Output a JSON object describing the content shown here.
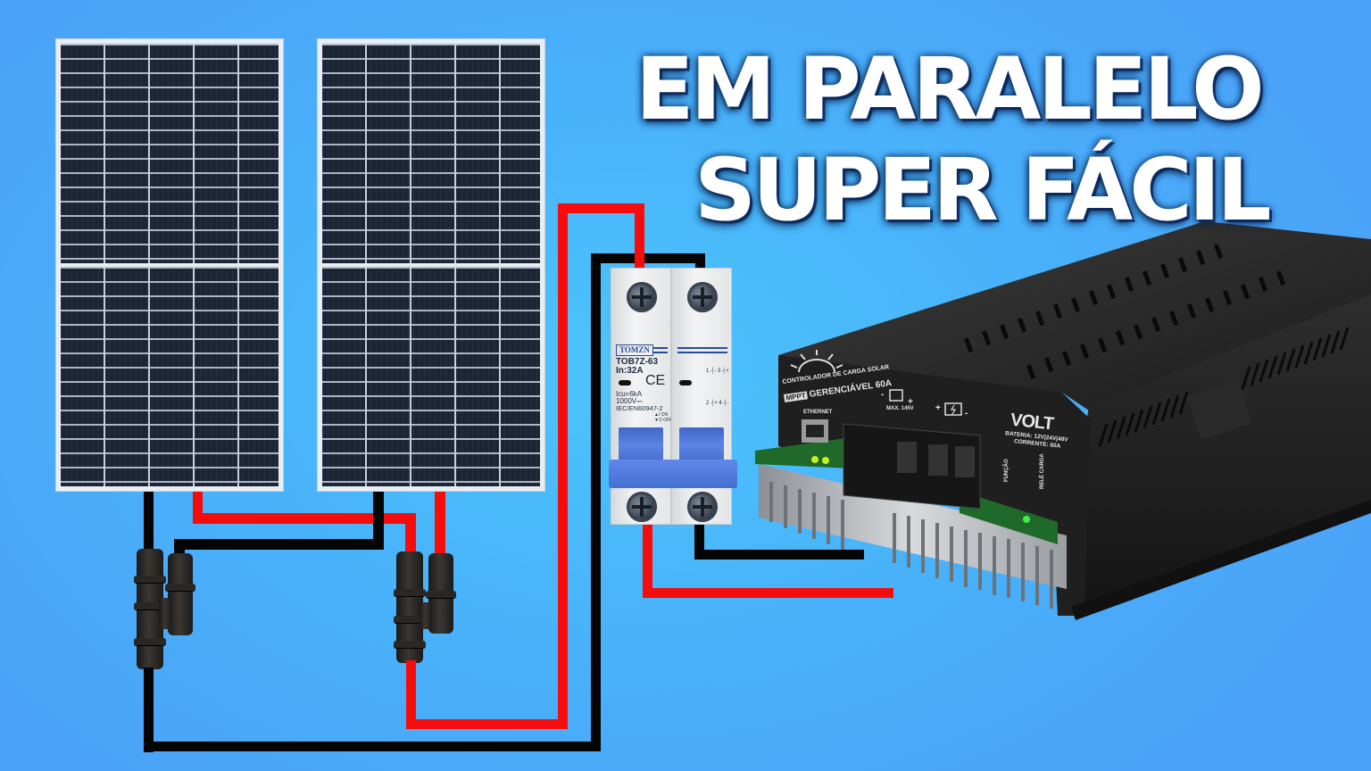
{
  "title": {
    "line1": "EM PARALELO",
    "line2": "SUPER FÁCIL",
    "color": "#ffffff"
  },
  "background": {
    "center": "#4cc4fb",
    "edge": "#4aa2f8"
  },
  "wire_colors": {
    "positive": "#f50d0d",
    "negative": "#050505"
  },
  "solar_panels": [
    {
      "name": "panel-1",
      "columns": 5,
      "sections": 2
    },
    {
      "name": "panel-2",
      "columns": 5,
      "sections": 2
    }
  ],
  "connectors": [
    {
      "name": "mc4-y-branch-negative"
    },
    {
      "name": "mc4-y-branch-positive"
    }
  ],
  "breaker": {
    "brand": "TOMZN",
    "model": "TOB7Z-63",
    "rating": "In:32A",
    "ce": "CE",
    "icu": "Icu=6kA",
    "voltage": "1000V⎓",
    "standard": "IEC/EN60947-2",
    "on_label": "▲I ON",
    "off_label": "▼O OFF",
    "terminals_top": "1 ┤- 3 ┤+",
    "terminals_bottom": "2 ┤+ 4 ┤-"
  },
  "controller": {
    "brand": "VOLT",
    "label_line1": "CONTROLADOR DE CARGA SOLAR",
    "badge": "MPPT",
    "label_line2": "GERENCIÁVEL 60A",
    "ethernet_label": "ETHERNET",
    "pv_label": "MAX. 145V",
    "pv_minus": "-",
    "pv_plus": "+",
    "bat_plus": "+",
    "bat_minus": "-",
    "spec_battery": "BATERIA: 12V|24V|48V",
    "spec_current": "CORRENTE: 60A",
    "side_label_1": "FUNÇÃO",
    "side_label_2": "RELÉ CARGA"
  }
}
